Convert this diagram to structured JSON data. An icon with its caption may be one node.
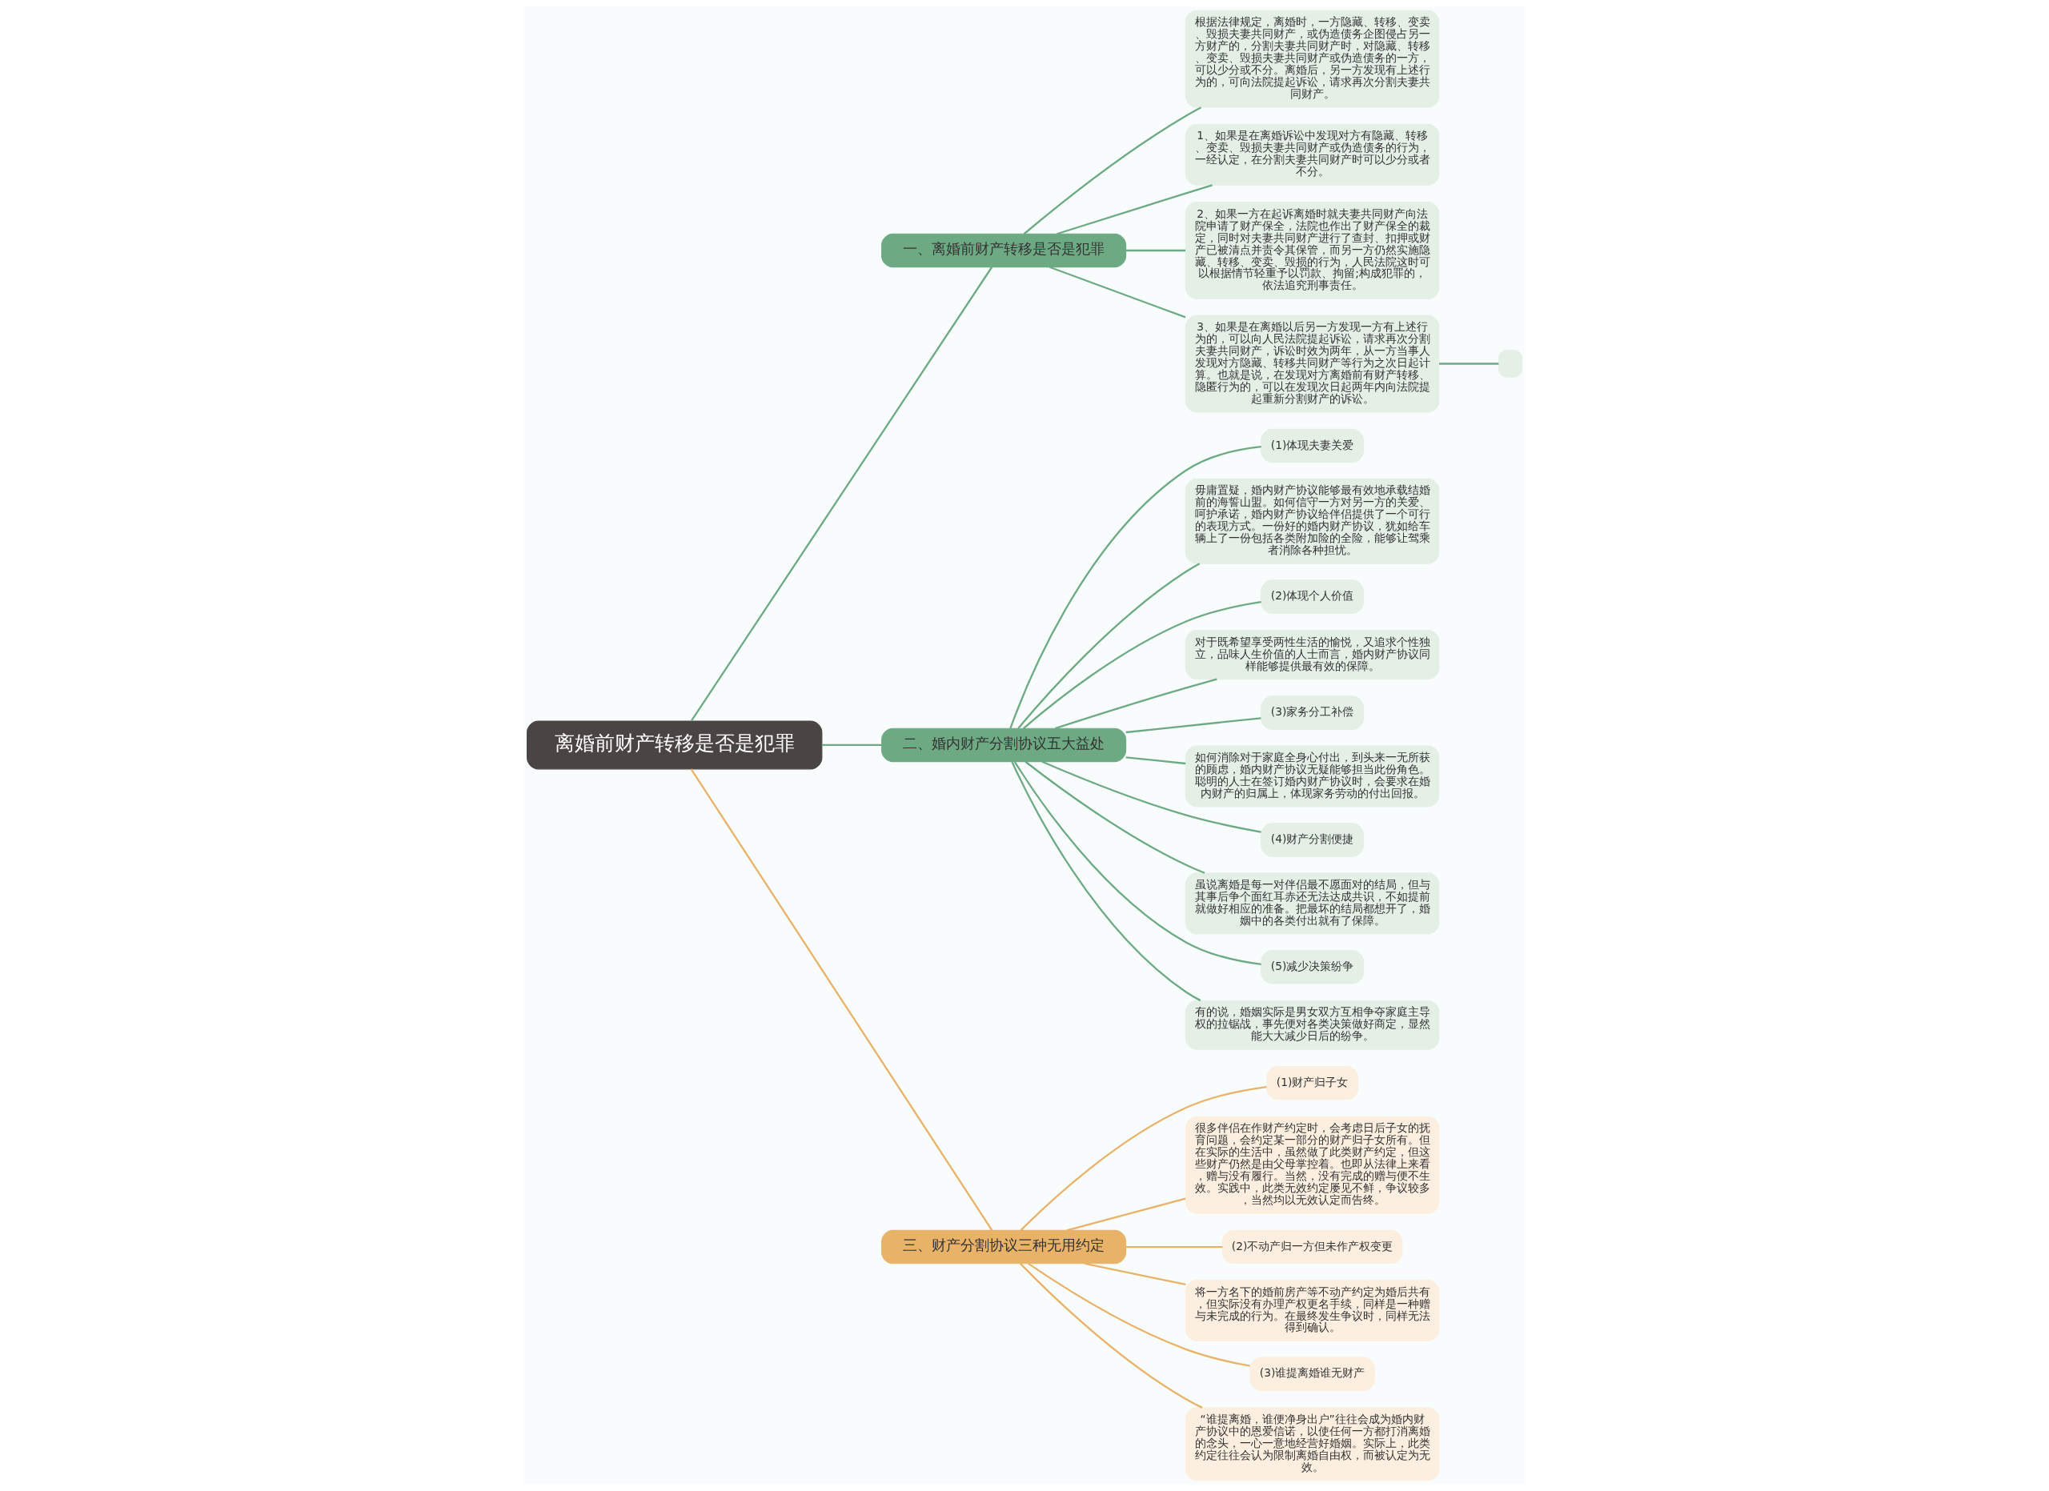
{
  "diagram": {
    "nodes": [
      {
        "text": [
          "离婚前财产转移是否是犯罪"
        ]
      },
      {
        "text": [
          "一、离婚前财产转移是否是犯罪"
        ]
      },
      {
        "text": [
          "根据法律规定，离婚时，一方隐藏、转移、变卖、毁损夫妻共同财产，或伪造债务企图侵占另一方财产的，分割夫妻共同财产时，对隐藏、转移、变卖、毁损夫妻共同财产或伪造债务的一方，可以少分或不分。离婚后，另一方发现有上述行为的，可向法院提起诉讼，请求再次分割夫妻共同财产。"
        ]
      },
      {
        "text": [
          "1、如果是在离婚诉讼中发现对方有隐藏、转移、变卖、毁损夫妻共同财产或伪造债务的行为，一经认定，在分割夫妻共同财产时可以少分或者不分。"
        ]
      },
      {
        "text": [
          "2、如果一方在起诉离婚时就夫妻共同财产向法院申请了财产保全，法院也作出了财产保全的裁定，同时对夫妻共同财产进行了查封、扣押或财产已被清点并责令其保管，而另一方仍然实施隐藏、转移、变卖、毁损的行为，人民法院这时可以根据情节轻重予以罚款、拘留;构成犯罪的，依法追究刑事责任。"
        ]
      },
      {
        "text": [
          "3、如果是在离婚以后另一方发现一方有上述行为的，可以向人民法院提起诉讼，请求再次分割夫妻共同财产，诉讼时效为两年，从一方当事人发现对方隐藏、转移共同财产等行为之次日起计算。也就是说，在发现对方离婚前有财产转移、隐匿行为的，可以在发现次日起两年内向法院提起重新分割财产的诉讼。"
        ]
      },
      {
        "text": [],
        "shape": "box"
      },
      {
        "text": [
          "二、婚内财产分割协议五大益处"
        ]
      },
      {
        "text": [
          "(1)体现夫妻关爱"
        ]
      },
      {
        "text": [
          "毋庸置疑，婚内财产协议能够最有效地承载结婚前的海誓山盟。如何信守一方对另一方的关爱、呵护承诺，婚内财产协议给伴侣提供了一个可行的表现方式。一份好的婚内财产协议，犹如给车辆上了一份包括各类附加险的全险，能够让驾乘者消除各种担忧。"
        ]
      },
      {
        "text": [
          "(2)体现个人价值"
        ]
      },
      {
        "text": [
          "对于既希望享受两性生活的愉悦，又追求个性独立，品味人生价值的人士而言，婚内财产协议同样能够提供最有效的保障。"
        ]
      },
      {
        "text": [
          "(3)家务分工补偿"
        ]
      },
      {
        "text": [
          "如何消除对于家庭全身心付出，到头来一无所获的顾虑，婚内财产协议无疑能够担当此份角色。聪明的人士在签订婚内财产协议时，会要求在婚内财产的归属上，体现家务劳动的付出回报。"
        ]
      },
      {
        "text": [
          "(4)财产分割便捷"
        ]
      },
      {
        "text": [
          "虽说离婚是每一对伴侣最不愿面对的结局，但与其事后争个面红耳赤还无法达成共识，不如提前就做好相应的准备。把最坏的结局都想开了，婚姻中的各类付出就有了保障。"
        ]
      },
      {
        "text": [
          "(5)减少决策纷争"
        ]
      },
      {
        "text": [
          "有的说，婚姻实际是男女双方互相争夺家庭主导权的拉锯战，事先便对各类决策做好商定，显然能大大减少日后的纷争。"
        ]
      },
      {
        "text": [
          "三、财产分割协议三种无用约定"
        ]
      },
      {
        "text": [
          "(1)财产归子女"
        ]
      },
      {
        "text": [
          "很多伴侣在作财产约定时，会考虑日后子女的抚育问题，会约定某一部分的财产归子女所有。但在实际的生活中，虽然做了此类财产约定，但这些财产仍然是由父母掌控着。也即从法律上来看，赠与没有履行。当然，没有完成的赠与便不生效。实践中，此类无效约定屡见不鲜，争议较多，当然均以无效认定而告终。"
        ]
      },
      {
        "text": [
          "(2)不动产归一方但未作产权变更"
        ]
      },
      {
        "text": [
          "将一方名下的婚前房产等不动产约定为婚后共有，但实际没有办理产权更名手续，同样是一种赠与未完成的行为。在最终发生争议时，同样无法得到确认。"
        ]
      },
      {
        "text": [
          "(3)谁提离婚谁无财产"
        ]
      },
      {
        "text": [
          "“谁提离婚，谁便净身出户”往往会成为婚内财产协议中的恩爱信诺，以使任何一方都打消离婚的念头，一心一意地经营好婚姻。实际上，此类约定往往会认为限制离婚自由权，而被认定为无效。"
        ]
      }
    ],
    "edges": [
      {
        "from": 0,
        "to": 1,
        "arrow": "none"
      },
      {
        "from": 1,
        "to": 2,
        "arrow": "none"
      },
      {
        "from": 1,
        "to": 3,
        "arrow": "none"
      },
      {
        "from": 1,
        "to": 4,
        "arrow": "none"
      },
      {
        "from": 1,
        "to": 5,
        "arrow": "none"
      },
      {
        "from": 5,
        "to": 6,
        "arrow": "none"
      },
      {
        "from": 0,
        "to": 7,
        "arrow": "none"
      },
      {
        "from": 7,
        "to": 8,
        "arrow": "none"
      },
      {
        "from": 7,
        "to": 9,
        "arrow": "none"
      },
      {
        "from": 7,
        "to": 10,
        "arrow": "none"
      },
      {
        "from": 7,
        "to": 11,
        "arrow": "none"
      },
      {
        "from": 7,
        "to": 12,
        "arrow": "none"
      },
      {
        "from": 7,
        "to": 13,
        "arrow": "none"
      },
      {
        "from": 7,
        "to": 14,
        "arrow": "none"
      },
      {
        "from": 7,
        "to": 15,
        "arrow": "none"
      },
      {
        "from": 7,
        "to": 16,
        "arrow": "none"
      },
      {
        "from": 7,
        "to": 17,
        "arrow": "none"
      },
      {
        "from": 0,
        "to": 18,
        "arrow": "none",
        "color": "#e8b368"
      },
      {
        "from": 18,
        "to": 19,
        "arrow": "none",
        "color": "#e8b368"
      },
      {
        "from": 18,
        "to": 20,
        "arrow": "none",
        "color": "#e8b368"
      },
      {
        "from": 18,
        "to": 21,
        "arrow": "none",
        "color": "#e8b368"
      },
      {
        "from": 18,
        "to": 22,
        "arrow": "none",
        "color": "#e8b368"
      },
      {
        "from": 18,
        "to": 23,
        "arrow": "none",
        "color": "#e8b368"
      },
      {
        "from": 18,
        "to": 24,
        "arrow": "none",
        "color": "#e8b368"
      }
    ]
  }
}
